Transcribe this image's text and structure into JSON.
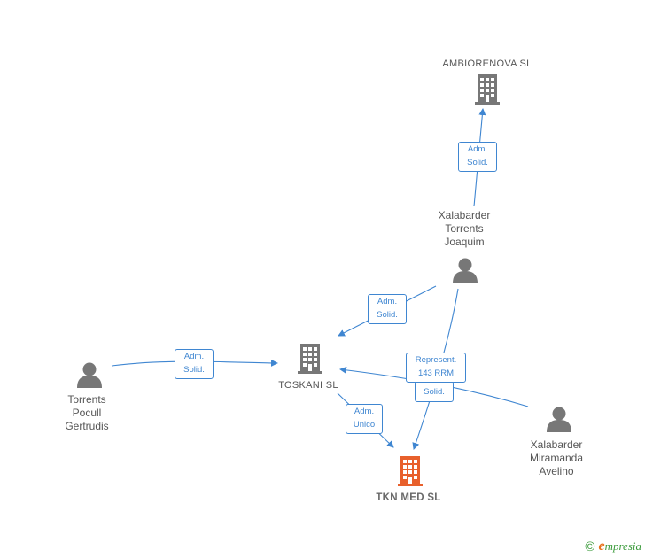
{
  "colors": {
    "edge": "#3f86d1",
    "company_icon": "#777777",
    "company_icon_main": "#e8602c",
    "person_icon": "#777777",
    "label_text": "#555555"
  },
  "nodes": {
    "ambiorenova": {
      "label": "AMBIORENOVA SL",
      "icon": "building-icon"
    },
    "toskani": {
      "label": "TOSKANI  SL",
      "icon": "building-icon"
    },
    "tkn_med": {
      "label": "TKN MED  SL",
      "icon": "building-icon"
    },
    "xalabarder_torrents": {
      "label": "Xalabarder\nTorrents\nJoaquim",
      "icon": "person-icon"
    },
    "torrents_pocull": {
      "label": "Torrents\nPocull\nGertrudis",
      "icon": "person-icon"
    },
    "xalabarder_miramanda": {
      "label": "Xalabarder\nMiramanda\nAvelino",
      "icon": "person-icon"
    }
  },
  "relations": {
    "r1": {
      "line1": "Adm.",
      "line2": "Solid."
    },
    "r2": {
      "line1": "Adm.",
      "line2": "Solid."
    },
    "r3": {
      "line1": "Adm.",
      "line2": "Solid."
    },
    "r4": {
      "line1": "Represent.",
      "line2": "143 RRM"
    },
    "r5": {
      "line1": "Solid."
    },
    "r6": {
      "line1": "Adm.",
      "line2": "Unico"
    }
  },
  "footer": {
    "copyright": "©",
    "brand_first": "e",
    "brand_rest": "mpresia"
  }
}
